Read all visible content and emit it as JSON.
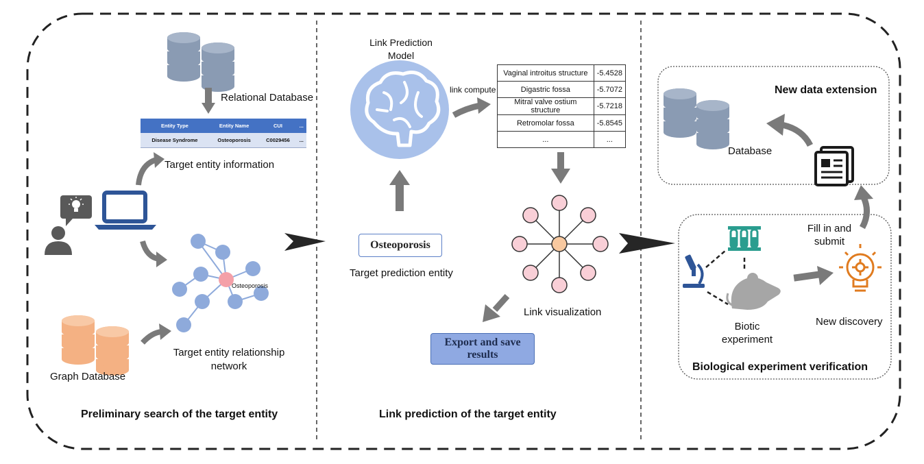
{
  "panels": {
    "left_title": "Preliminary search of the target entity",
    "middle_title": "Link prediction of the target entity",
    "right_new_data_title": "New data extension",
    "right_bio_title": "Biological experiment verification"
  },
  "left": {
    "relational_db_label": "Relational Database",
    "graph_db_label": "Graph Database",
    "target_info_label": "Target entity information",
    "relationship_label_line1": "Target entity relationship",
    "relationship_label_line2": "network",
    "graph_center_label": "Osteoporosis",
    "entity_table": {
      "headers": [
        "Entity Type",
        "Entity Name",
        "CUI",
        "..."
      ],
      "row": [
        "Disease Syndrome",
        "Osteoporosis",
        "C0029456",
        "..."
      ]
    }
  },
  "middle": {
    "model_label_line1": "Link Prediction",
    "model_label_line2": "Model",
    "link_compute_label": "link compute",
    "target_entity_box": "Osteoporosis",
    "target_entity_label": "Target prediction entity",
    "link_visualization_label": "Link visualization",
    "export_button": "Export and save results",
    "results": [
      {
        "name": "Vaginal introitus structure",
        "score": "-5.4528"
      },
      {
        "name": "Digastric fossa",
        "score": "-5.7072"
      },
      {
        "name": "Mitral valve ostium structure",
        "score": "-5.7218"
      },
      {
        "name": "Retromolar fossa",
        "score": "-5.8545"
      },
      {
        "name": "...",
        "score": "..."
      }
    ]
  },
  "right": {
    "database_label": "Database",
    "fill_submit_line1": "Fill in and",
    "fill_submit_line2": "submit",
    "biotic_line1": "Biotic",
    "biotic_line2": "experiment",
    "new_discovery_label": "New discovery"
  },
  "colors": {
    "db_gray": "#8a9bb3",
    "db_orange": "#f4b183",
    "node_blue": "#8eaadb",
    "node_pink": "#f4a0a8",
    "brain_circle": "#a9c1ea",
    "laptop_blue": "#2e5597",
    "teal": "#2a9d8f",
    "bulb_orange": "#e07b1f",
    "arrow_gray": "#7a7a7a",
    "arrow_black": "#262626"
  }
}
